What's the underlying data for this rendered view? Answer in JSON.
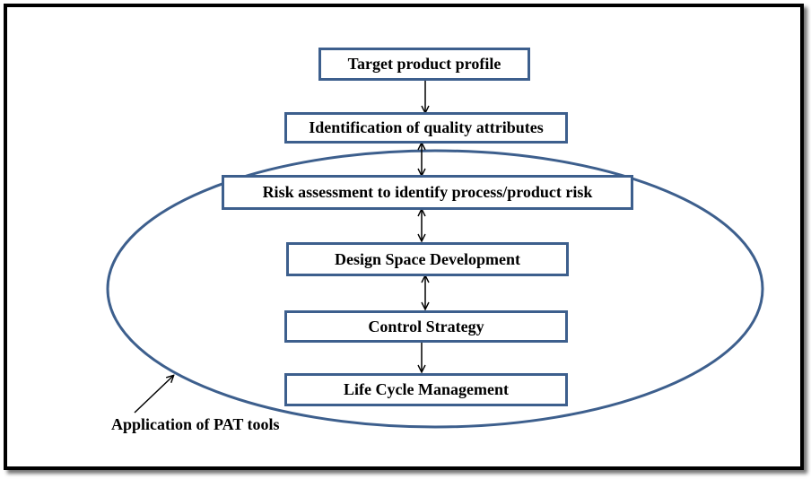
{
  "diagram": {
    "steps": [
      {
        "label": "Target product profile"
      },
      {
        "label": "Identification of quality attributes"
      },
      {
        "label": "Risk assessment to identify process/product risk"
      },
      {
        "label": "Design Space Development"
      },
      {
        "label": "Control Strategy"
      },
      {
        "label": "Life Cycle Management"
      }
    ],
    "connectors": [
      {
        "from": "Target product profile",
        "to": "Identification of quality attributes",
        "direction": "forward"
      },
      {
        "from": "Identification of quality attributes",
        "to": "Risk assessment to identify process/product risk",
        "direction": "bidirectional"
      },
      {
        "from": "Risk assessment to identify process/product risk",
        "to": "Design Space Development",
        "direction": "bidirectional"
      },
      {
        "from": "Design Space Development",
        "to": "Control Strategy",
        "direction": "bidirectional"
      },
      {
        "from": "Control Strategy",
        "to": "Life Cycle Management",
        "direction": "forward"
      }
    ],
    "enclosure_label": "Application of PAT tools",
    "colors": {
      "box_border": "#3d5f8d",
      "ellipse_stroke": "#3d5f8d",
      "arrow": "#000000",
      "frame": "#000000"
    }
  }
}
